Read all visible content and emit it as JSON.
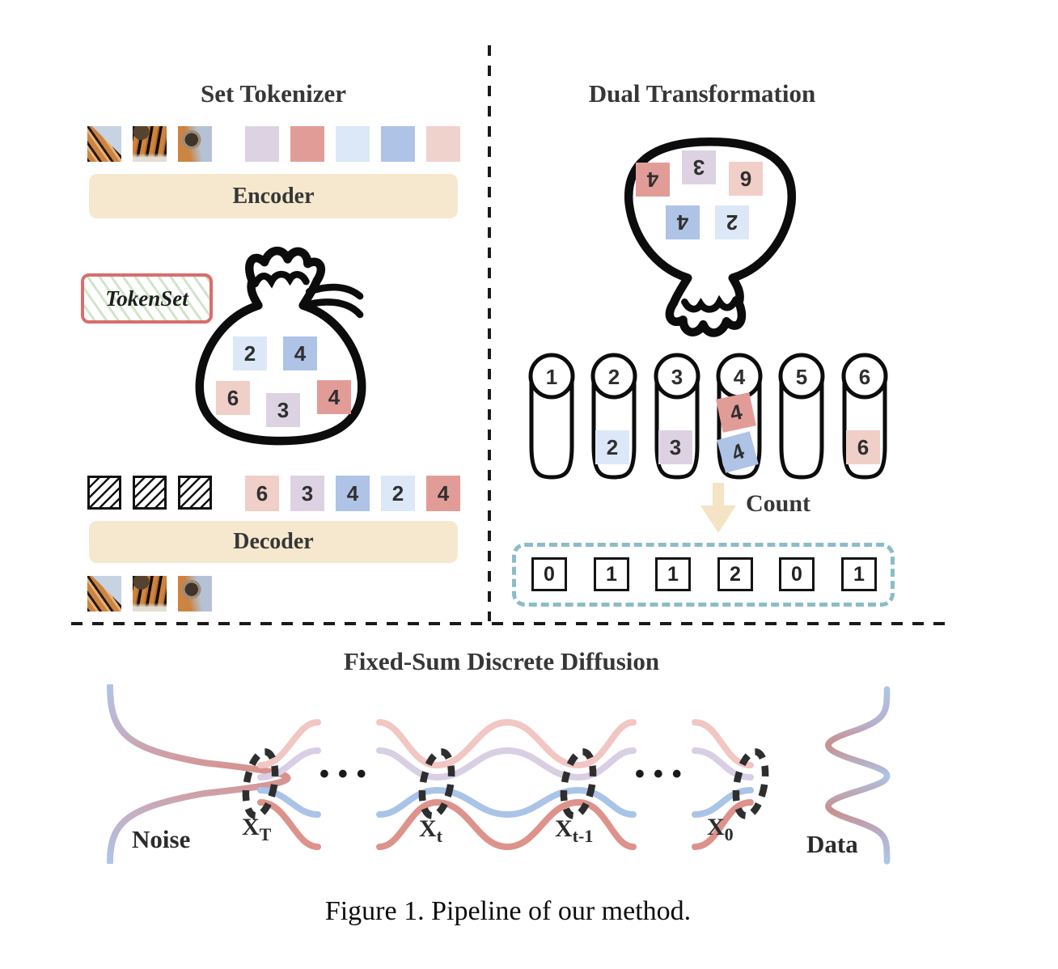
{
  "left_panel": {
    "title": "Set Tokenizer",
    "encoder_label": "Encoder",
    "decoder_label": "Decoder",
    "tokenset_label": "TokenSet",
    "top_tokens": [
      {
        "color": "#ddd2e2"
      },
      {
        "color": "#e29c98"
      },
      {
        "color": "#dce8f7"
      },
      {
        "color": "#aec3e6"
      },
      {
        "color": "#f0d2cc"
      }
    ],
    "bag_tokens": [
      {
        "value": "2",
        "color": "#dce8f7"
      },
      {
        "value": "4",
        "color": "#aec3e6"
      },
      {
        "value": "6",
        "color": "#f0cfc9"
      },
      {
        "value": "3",
        "color": "#ddd2e2"
      },
      {
        "value": "4",
        "color": "#e29c98"
      }
    ],
    "output_tokens": [
      {
        "value": "6",
        "color": "#f0cfc9"
      },
      {
        "value": "3",
        "color": "#ddd2e2"
      },
      {
        "value": "4",
        "color": "#aec3e6"
      },
      {
        "value": "2",
        "color": "#dce8f7"
      },
      {
        "value": "4",
        "color": "#e29c98"
      }
    ]
  },
  "right_panel": {
    "title": "Dual Transformation",
    "bag_tokens": [
      {
        "value": "4",
        "color": "#e29c98"
      },
      {
        "value": "3",
        "color": "#ddd2e2"
      },
      {
        "value": "6",
        "color": "#f0cfc9"
      },
      {
        "value": "4",
        "color": "#aec3e6"
      },
      {
        "value": "2",
        "color": "#dce8f7"
      }
    ],
    "cylinders": [
      {
        "label": "1"
      },
      {
        "label": "2",
        "token": {
          "value": "2",
          "color": "#dce8f7"
        }
      },
      {
        "label": "3",
        "token": {
          "value": "3",
          "color": "#ddd2e2"
        }
      },
      {
        "label": "4",
        "token": {
          "value": "4",
          "color": "#e29c98"
        },
        "token2": {
          "value": "4",
          "color": "#aec3e6"
        }
      },
      {
        "label": "5"
      },
      {
        "label": "6",
        "token": {
          "value": "6",
          "color": "#f0cfc9"
        }
      }
    ],
    "count_label": "Count",
    "count_values": [
      "0",
      "1",
      "1",
      "2",
      "0",
      "1"
    ]
  },
  "bottom_panel": {
    "title": "Fixed-Sum Discrete Diffusion",
    "noise_label": "Noise",
    "data_label": "Data",
    "ellipsis": "•••",
    "states": [
      {
        "base": "X",
        "sub": "T"
      },
      {
        "base": "X",
        "sub": "t"
      },
      {
        "base": "X",
        "sub": "t-1"
      },
      {
        "base": "X",
        "sub": "0"
      }
    ]
  },
  "caption": "Figure 1. Pipeline of our method.",
  "colors": {
    "encoder_bar": "#f6e8ce",
    "count_arrow": "#f5e3c6",
    "badge_border": "#d96d6d",
    "badge_hatch": "#cfe5c9",
    "count_box_dash": "#8cbcc9",
    "curve_pink": "#f2c6c2",
    "curve_lavender": "#d8cfe4",
    "curve_blue": "#aac4e8",
    "curve_red": "#dd928c",
    "dark_text": "#373737"
  }
}
